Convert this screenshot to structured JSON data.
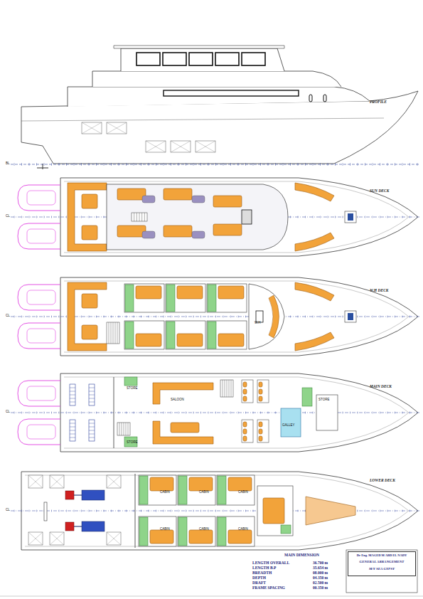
{
  "diagram": {
    "nodes": [
      {
        "text": [
          "Dr Eng. MAGED M ABD EL NADY",
          "GENERAL ARRANGEMENT",
          "M/Y SEA GYPSY"
        ]
      }
    ],
    "labels": [
      "PROFILE",
      "SUN DECK",
      "W.H DECK",
      "MAIN DECK",
      "LOWER DECK",
      "SALOON",
      "STORE",
      "STORE",
      "STORE",
      "GALLEY",
      "W.H",
      "MAIN DIMENSION",
      "LENGTH OVERALL",
      "36.700 m",
      "LENGTH B.P",
      "35.654 m",
      "BREADTH",
      "08.000 m",
      "DEPTH",
      "04.350 m",
      "DRAFT",
      "02.500 m",
      "FRAME SPACING",
      "00.350 m",
      "BL",
      "CL",
      "CL",
      "CL",
      "CL",
      "CABIN",
      "CABIN",
      "CABIN",
      "CABIN",
      "CABIN",
      "CABIN"
    ]
  }
}
